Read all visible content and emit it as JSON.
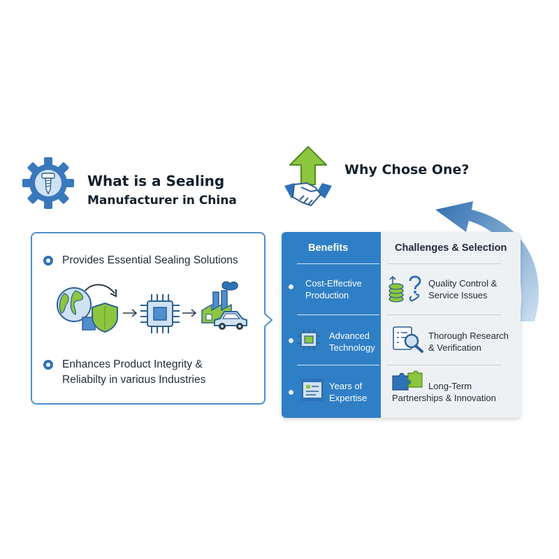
{
  "left": {
    "title_line1": "What is a Sealing",
    "title_line2": "Manufacturer in China",
    "bullets": [
      {
        "text": "Provides Essential Sealing Solutions"
      },
      {
        "text_line1": "Enhances Product Integrity &",
        "text_line2": "Reliabilty in variαus Industries"
      }
    ]
  },
  "right": {
    "title": "Why Chose One?",
    "benefits_header": "Benefits",
    "challenges_header": "Challenges & Selection",
    "benefits": [
      {
        "line1": "Cost-Effective",
        "line2": "Production"
      },
      {
        "line1": "Advanced",
        "line2": "Technology"
      },
      {
        "line1": "Years of",
        "line2": "Expertise"
      }
    ],
    "challenges": [
      {
        "line1": "Quality Control &",
        "line2": "Service Issues"
      },
      {
        "line1": "Thorough Research",
        "line2": "& Verification"
      },
      {
        "line1": "Long-Term",
        "line2": "Partnerships & Innovation"
      }
    ]
  },
  "colors": {
    "accent_blue": "#2f7fc6",
    "card_border": "#4d8fce",
    "green": "#8cc63f",
    "dark_navy": "#13202c",
    "panel_grey": "#eef1f4"
  },
  "icons": [
    "gear-screw-icon",
    "arrow-up-icon",
    "handshake-icon",
    "globe-icon",
    "shield-icon",
    "microchip-icon",
    "factory-icon",
    "car-icon",
    "coins-icon",
    "question-icon",
    "chip-icon",
    "magnifier-icon",
    "checklist-icon",
    "certificate-icon",
    "puzzle-icon",
    "curved-arrow-icon"
  ]
}
